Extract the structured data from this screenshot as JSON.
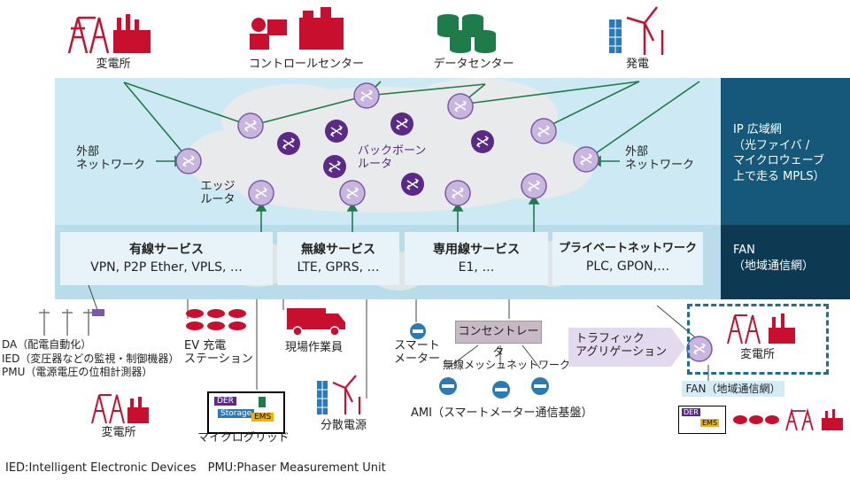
{
  "top_sites": {
    "substation": "変電所",
    "control_center": "コントロールセンター",
    "data_center": "データセンター",
    "generation": "発電"
  },
  "ip_network": {
    "external_left": [
      "外部",
      "ネットワーク"
    ],
    "external_right": [
      "外部",
      "ネットワーク"
    ],
    "edge_router": [
      "エッジ",
      "ルータ"
    ],
    "backbone_router": [
      "バックボーン",
      "ルータ"
    ],
    "side_label": [
      "IP 広域網",
      "（光ファイバ /",
      "マイクロウェーブ",
      "上で走る MPLS）"
    ]
  },
  "fan": {
    "side_label": [
      "FAN",
      "（地域通信網）"
    ],
    "services": [
      {
        "title": "有線サービス",
        "detail": "VPN, P2P Ether, VPLS, …"
      },
      {
        "title": "無線サービス",
        "detail": "LTE, GPRS, …"
      },
      {
        "title": "専用線サービス",
        "detail": "E1, …"
      },
      {
        "title": "プライベートネットワーク",
        "detail": "PLC, GPON,…"
      }
    ]
  },
  "bottom": {
    "da_lines": [
      "DA（配電自動化）",
      "IED（変圧器などの監視・制御機器）",
      "PMU（電源電圧の位相計測器）"
    ],
    "substation": "変電所",
    "ev": [
      "EV 充電",
      "ステーション"
    ],
    "microgrid": "マイクログリッド",
    "microgrid_tags": [
      "DER",
      "Storage",
      "EMS"
    ],
    "field_workers": "現場作業員",
    "distributed": "分散電源",
    "smart_meter": [
      "スマート",
      "メーター"
    ],
    "concentrator": "コンセントレータ",
    "mesh": "無線メッシュネットワーク",
    "ami": "AMI（スマートメーター通信基盤）",
    "aggregation": [
      "トラフィック",
      "アグリゲーション"
    ],
    "right_substation": "変電所",
    "right_fan": "FAN（地域通信網）",
    "right_tags": [
      "DER",
      "EMS"
    ]
  },
  "footnote": "IED:Intelligent Electronic Devices　PMU:Phaser Measurement Unit",
  "colors": {
    "ip_band": "#cde9f3",
    "fan_band": "#b9dcea",
    "side_dark": "#15587a",
    "side_darker": "#0d3a52",
    "asset_red": "#c8102e",
    "green": "#1e7b4a",
    "router_purple": "#5b2a86",
    "edge_router_lavender": "#c8b6df"
  }
}
